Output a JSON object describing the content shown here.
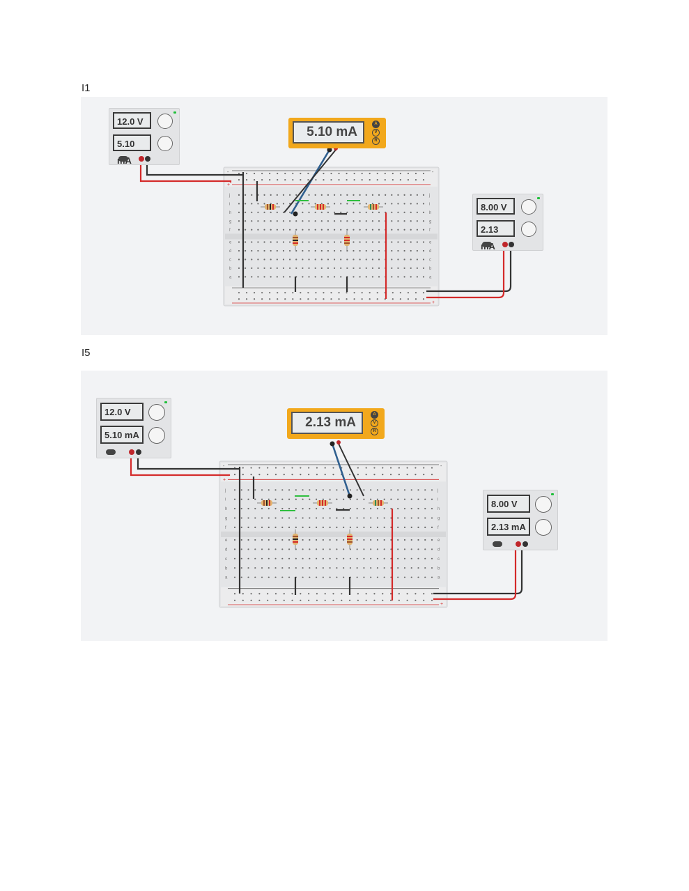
{
  "figures": [
    {
      "caption": "I1",
      "supply_left": {
        "voltage": "12.0 V",
        "current": "5.10 mA"
      },
      "multimeter": {
        "reading": "5.10 mA",
        "modes": [
          "A",
          "V",
          "R"
        ],
        "active_mode": "A"
      },
      "supply_right": {
        "voltage": "8.00 V",
        "current": "2.13 mA"
      }
    },
    {
      "caption": "I5",
      "supply_left": {
        "voltage": "12.0 V",
        "current": "5.10 mA"
      },
      "multimeter": {
        "reading": "2.13 mA",
        "modes": [
          "A",
          "V",
          "R"
        ],
        "active_mode": "A"
      },
      "supply_right": {
        "voltage": "8.00 V",
        "current": "2.13 mA"
      }
    }
  ],
  "breadboard": {
    "row_letters_top": [
      "j",
      "i",
      "h",
      "g",
      "f"
    ],
    "row_letters_bottom": [
      "e",
      "d",
      "c",
      "b",
      "a"
    ],
    "rail_minus": "-",
    "rail_plus": "+"
  },
  "colors": {
    "red_wire": "#d42a2a",
    "black_wire": "#333333",
    "blue_probe": "#2f5f8f",
    "meter_body": "#f2a81c",
    "canvas_bg": "#f2f3f5",
    "led_green": "#1fbf3a"
  }
}
